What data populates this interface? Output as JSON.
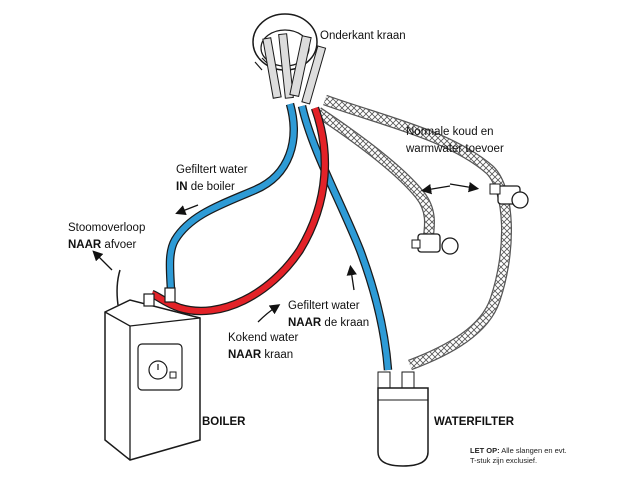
{
  "labels": {
    "onderkant": "Onderkant kraan",
    "normale_line1": "Normale koud en",
    "normale_line2": "warmwater toevoer",
    "gefiltert_in_line1": "Gefiltert water",
    "gefiltert_in_bold": "IN",
    "gefiltert_in_rest": " de boiler",
    "stoom_line1": "Stoomoverloop",
    "stoom_bold": "NAAR",
    "stoom_rest": " afvoer",
    "gefiltert_naar_line1": "Gefiltert water",
    "gefiltert_naar_bold": "NAAR",
    "gefiltert_naar_rest": " de kraan",
    "kokend_line1": "Kokend water",
    "kokend_bold": "NAAR",
    "kokend_rest": " kraan",
    "boiler": "BOILER",
    "waterfilter": "WATERFILTER",
    "let_op_bold": "LET OP:",
    "let_op_rest": " Alle slangen en evt.",
    "let_op_line2": "T-stuk zijn exclusief."
  },
  "colors": {
    "blue_hose": "#2e9bd6",
    "red_hose": "#e32228",
    "outline": "#1a1a1a",
    "braided": "#555555"
  }
}
